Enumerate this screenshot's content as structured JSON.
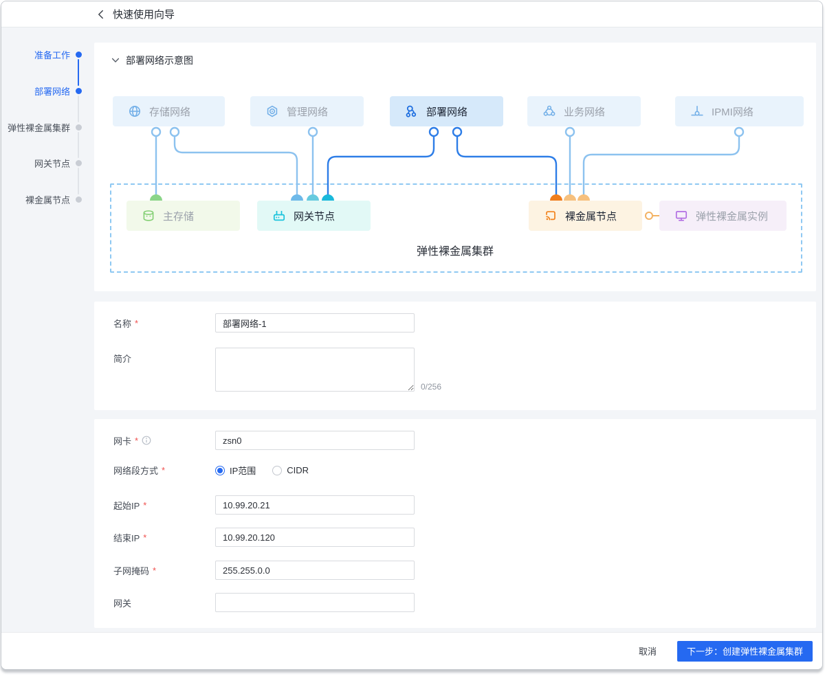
{
  "colors": {
    "accent": "#2569f1",
    "required_red": "#f0504e",
    "wire_light_blue": "#8cc2ef",
    "wire_dark_blue": "#2d7de7",
    "storage_green": "#83cf73",
    "gateway_cyan": "#19c3dc",
    "baremetal_orange": "#f2821b",
    "instance_purple": "#b26fe3",
    "dashed_border": "#8ec8f2"
  },
  "header": {
    "back_icon": "‹",
    "title": "快速使用向导"
  },
  "stepper": {
    "steps": [
      {
        "label": "准备工作",
        "status": "done"
      },
      {
        "label": "部署网络",
        "status": "current"
      },
      {
        "label": "弹性裸金属集群",
        "status": "pending"
      },
      {
        "label": "网关节点",
        "status": "pending"
      },
      {
        "label": "裸金属节点",
        "status": "pending"
      }
    ]
  },
  "diagram": {
    "section_title": "部署网络示意图",
    "collapse_icon": "∨",
    "cluster_label": "弹性裸金属集群",
    "networks": [
      {
        "label": "存储网络",
        "icon": "globe-icon"
      },
      {
        "label": "管理网络",
        "icon": "hexnut-icon"
      },
      {
        "label": "部署网络",
        "icon": "network-nodes-icon",
        "active": true
      },
      {
        "label": "业务网络",
        "icon": "cluster-icon"
      },
      {
        "label": "IPMI网络",
        "icon": "ipmi-port-icon"
      }
    ],
    "nodes": [
      {
        "label": "主存储",
        "icon": "database-icon"
      },
      {
        "label": "网关节点",
        "icon": "router-icon",
        "highlighted": true
      },
      {
        "label": "裸金属节点",
        "icon": "cast-icon",
        "highlighted": true
      },
      {
        "label": "弹性裸金属实例",
        "icon": "monitor-icon"
      }
    ]
  },
  "form_basic": {
    "name_label": "名称",
    "name_value": "部署网络-1",
    "intro_label": "简介",
    "intro_value": "",
    "intro_counter": "0/256"
  },
  "form_network": {
    "nic_label": "网卡",
    "nic_value": "zsn0",
    "segment_label": "网络段方式",
    "options": [
      {
        "label": "IP范围",
        "selected": true
      },
      {
        "label": "CIDR",
        "selected": false
      }
    ],
    "start_label": "起始IP",
    "start_value": "10.99.20.21",
    "end_label": "结束IP",
    "end_value": "10.99.20.120",
    "mask_label": "子网掩码",
    "mask_value": "255.255.0.0",
    "gateway_label": "网关",
    "gateway_value": ""
  },
  "footer": {
    "cancel": "取消",
    "next": "下一步：创建弹性裸金属集群"
  },
  "misc": {
    "required": "*"
  }
}
